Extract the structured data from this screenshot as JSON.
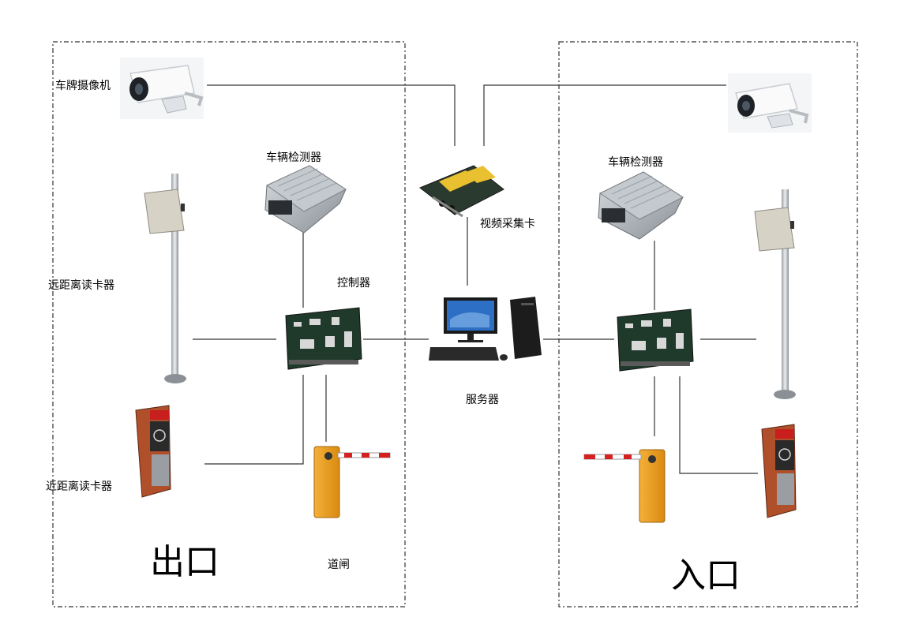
{
  "zones": {
    "exit": {
      "title": "出口"
    },
    "entry": {
      "title": "入口"
    }
  },
  "labels": {
    "plate_camera": "车牌摄像机",
    "vehicle_detector_left": "车辆检测器",
    "vehicle_detector_right": "车辆检测器",
    "video_capture_card": "视频采集卡",
    "long_range_reader": "远距离读卡器",
    "controller": "控制器",
    "server": "服务器",
    "short_range_reader": "近距离读卡器",
    "barrier_gate": "道闸"
  },
  "colors": {
    "line": "#333333",
    "border": "#333333",
    "barrier_body": "#f0a020",
    "barrier_arm_red": "#d62020",
    "kiosk_body": "#b0502a",
    "kiosk_screen": "#c81e1e",
    "detector_body": "#a8adb3",
    "pcb_green": "#1f3a2a",
    "capture_card_yellow": "#e8c030",
    "monitor_screen": "#2d6fc4"
  }
}
